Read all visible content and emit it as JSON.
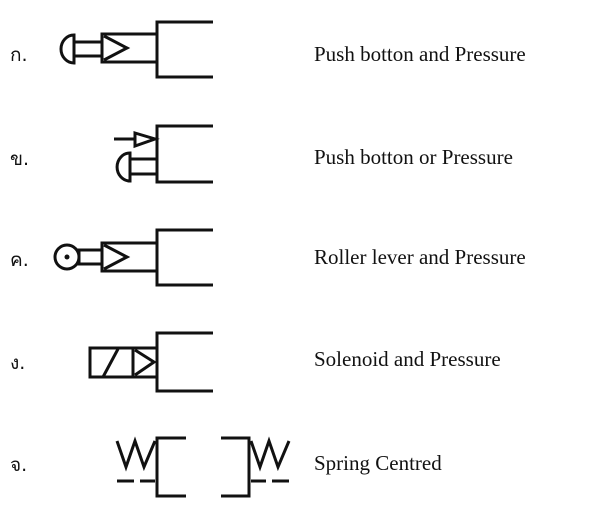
{
  "items": [
    {
      "label": "ก.",
      "description": "Push botton and Pressure",
      "symbol": "push-button-and-pressure"
    },
    {
      "label": "ข.",
      "description": "Push botton or Pressure",
      "symbol": "push-button-or-pressure"
    },
    {
      "label": "ค.",
      "description": "Roller lever and Pressure",
      "symbol": "roller-lever-and-pressure"
    },
    {
      "label": "ง.",
      "description": "Solenoid and Pressure",
      "symbol": "solenoid-and-pressure"
    },
    {
      "label": "จ.",
      "description": "Spring Centred",
      "symbol": "spring-centred"
    }
  ]
}
